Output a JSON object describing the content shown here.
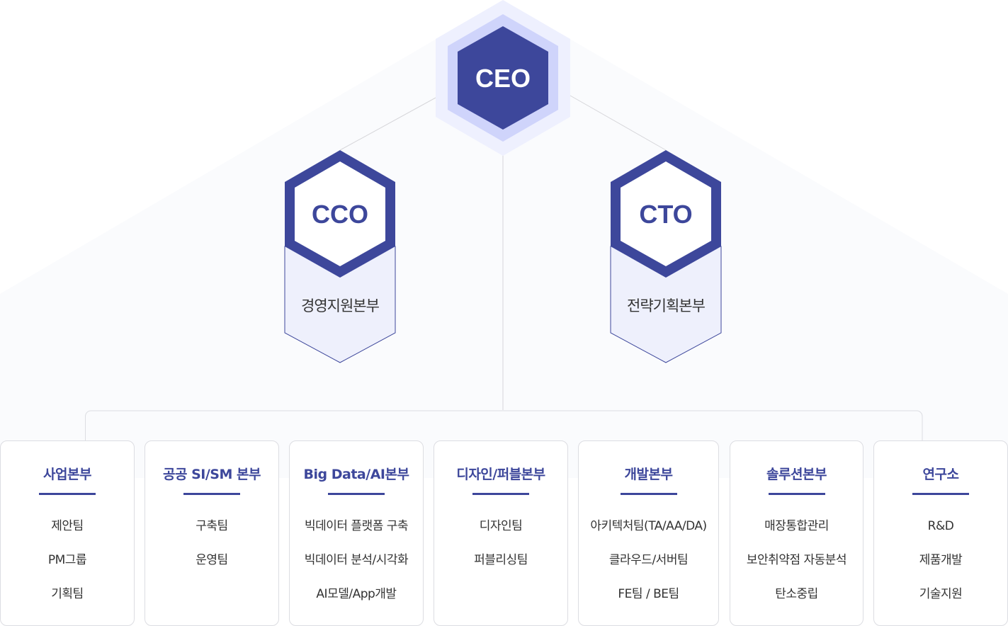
{
  "ceo": {
    "label": "CEO"
  },
  "executives": [
    {
      "label": "CCO",
      "division": "경영지원본부"
    },
    {
      "label": "CTO",
      "division": "전략기획본부"
    }
  ],
  "departments": [
    {
      "title": "사업본부",
      "teams": [
        "제안팀",
        "PM그룹",
        "기획팀"
      ]
    },
    {
      "title": "공공 SI/SM 본부",
      "teams": [
        "구축팀",
        "운영팀"
      ]
    },
    {
      "title": "Big Data/AI본부",
      "teams": [
        "빅데이터 플랫폼 구축",
        "빅데이터 분석/시각화",
        "AI모델/App개발"
      ]
    },
    {
      "title": "디자인/퍼블본부",
      "teams": [
        "디자인팀",
        "퍼블리싱팀"
      ]
    },
    {
      "title": "개발본부",
      "teams": [
        "아키텍처팀(TA/AA/DA)",
        "클라우드/서버팀",
        "FE팀 / BE팀"
      ]
    },
    {
      "title": "솔루션본부",
      "teams": [
        "매장통합관리",
        "보안취약점 자동분석",
        "탄소중립"
      ]
    },
    {
      "title": "연구소",
      "teams": [
        "R&D",
        "제품개발",
        "기술지원"
      ]
    }
  ],
  "colors": {
    "primary": "#3d479b",
    "light": "#eef0fc",
    "mid": "#cfd4fb"
  }
}
